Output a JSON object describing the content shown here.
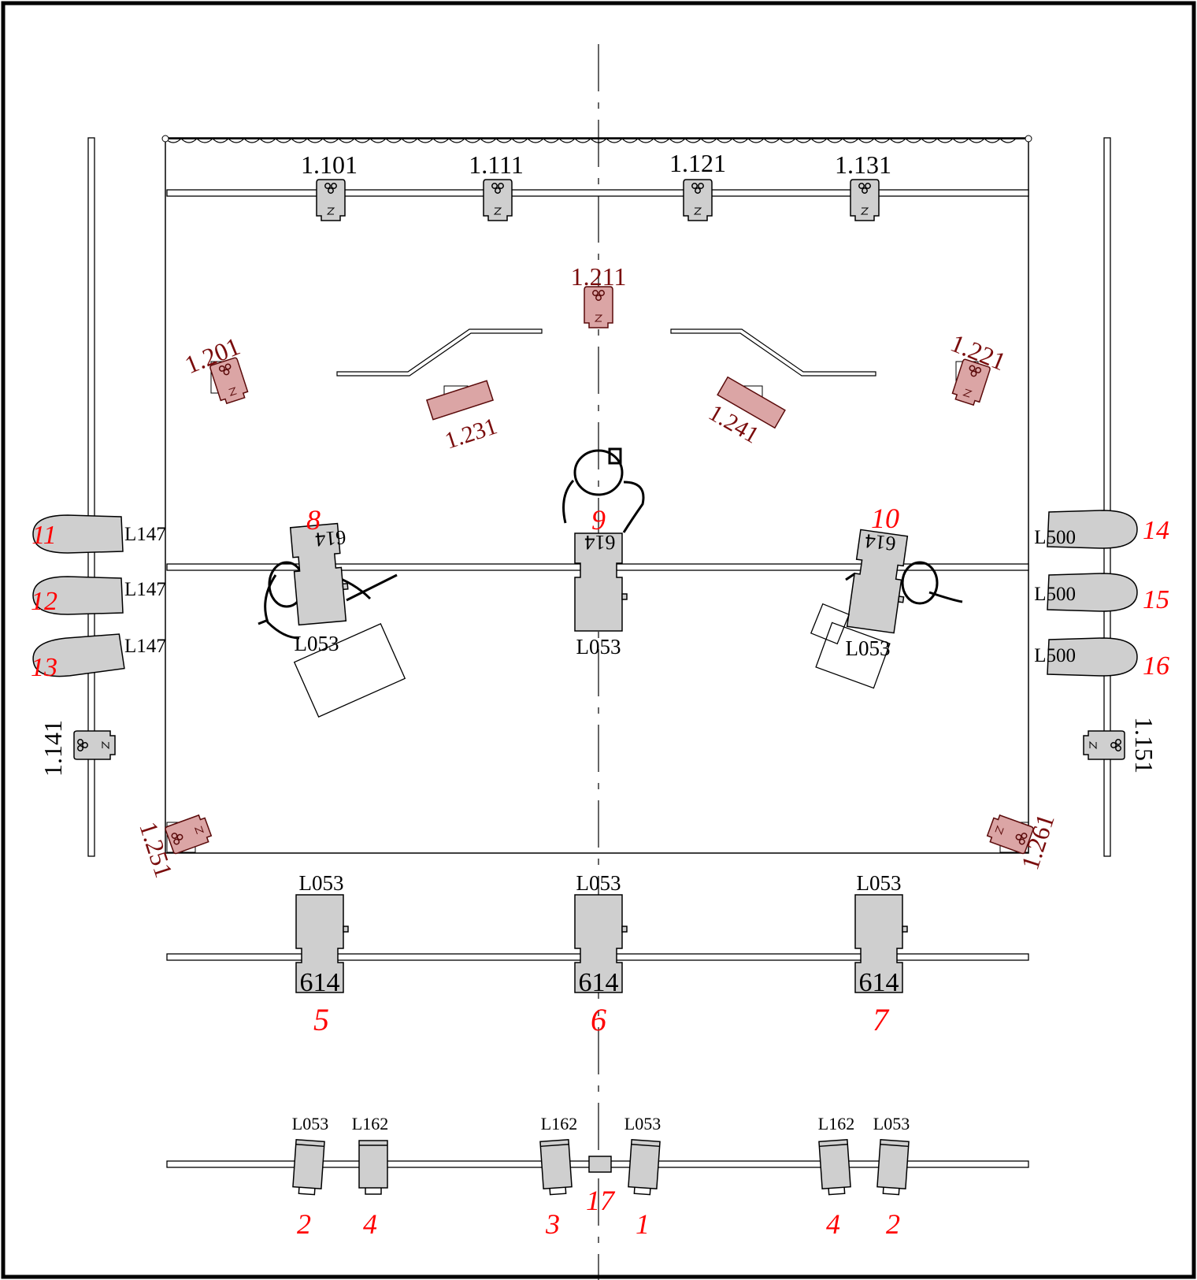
{
  "colors": {
    "fixture_fill": "#cfcfcf",
    "focused_fill": "#dba5a5",
    "focused_text": "#7a0c0c",
    "channel_text": "#ff0000",
    "line": "#000000"
  },
  "labels": {
    "side_top_left": "L147",
    "side_mid_left": "L147",
    "side_bot_left": "L147",
    "side_top_right": "L500",
    "side_mid_right": "L500",
    "side_bot_right": "L500",
    "gel_8": "L053",
    "gel_9": "L053",
    "gel_10": "L053",
    "gel_5": "L053",
    "gel_6": "L053",
    "gel_7": "L053",
    "fol_a": "L053",
    "fol_b": "L162",
    "fol_c": "L162",
    "fol_d": "L053",
    "fol_e": "L162",
    "fol_f": "L053",
    "num_8": "614",
    "num_9": "614",
    "num_10": "614",
    "num_5": "614",
    "num_6": "614",
    "num_7": "614"
  },
  "black_ids": {
    "id_1101": "1.101",
    "id_1111": "1.111",
    "id_1121": "1.121",
    "id_1131": "1.131",
    "id_1141": "1.141",
    "id_1151": "1.151"
  },
  "focus_ids": {
    "id_1211": "1.211",
    "id_1201": "1.201",
    "id_1221": "1.221",
    "id_1231": "1.231",
    "id_1241": "1.241",
    "id_1251": "1.251",
    "id_1261": "1.261"
  },
  "channels": {
    "ch1": "1",
    "ch2a": "2",
    "ch2b": "2",
    "ch3": "3",
    "ch4a": "4",
    "ch4b": "4",
    "ch5": "5",
    "ch6": "6",
    "ch7": "7",
    "ch8": "8",
    "ch9": "9",
    "ch10": "10",
    "ch11": "11",
    "ch12": "12",
    "ch13": "13",
    "ch14": "14",
    "ch15": "15",
    "ch16": "16",
    "ch17": "17"
  }
}
